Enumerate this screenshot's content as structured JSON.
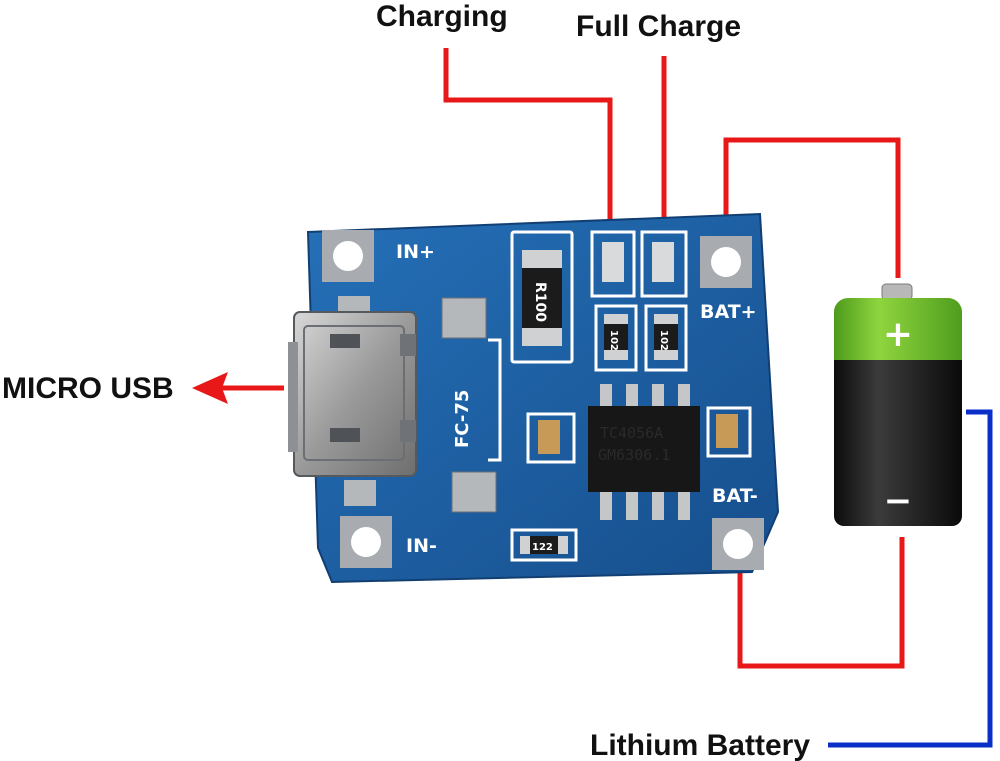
{
  "labels": {
    "charging": "Charging",
    "full_charge": "Full Charge",
    "micro_usb": "MICRO USB",
    "lithium_battery": "Lithium Battery"
  },
  "silkscreen": {
    "in_plus": "IN+",
    "in_minus": "IN-",
    "bat_plus": "BAT+",
    "bat_minus": "BAT-",
    "fc": "FC-75",
    "resistor": "R100",
    "smd_1": "102",
    "smd_2": "102",
    "smd_3": "122"
  },
  "chip": {
    "line1": "TC4056A",
    "line2": "GM6306.1"
  },
  "battery": {
    "plus": "+",
    "minus": "−"
  },
  "colors": {
    "wire_red": "#e81818",
    "wire_blue": "#0a2fc8",
    "pcb_blue": "#1c5fa3",
    "battery_green": "#6cbe2a"
  }
}
